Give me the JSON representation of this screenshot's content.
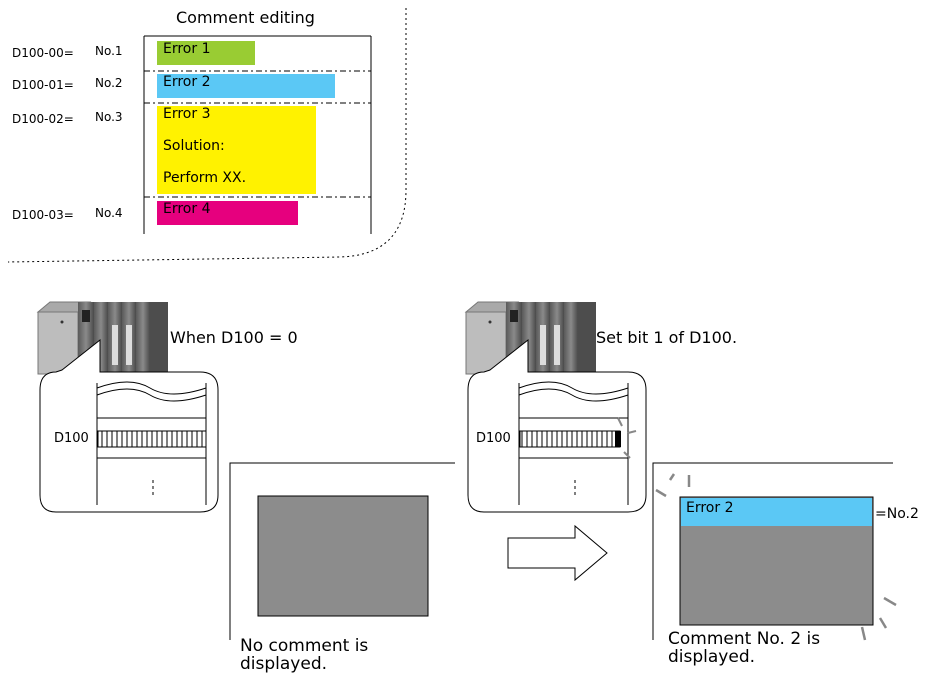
{
  "comment_editing": {
    "title": "Comment editing",
    "rows": [
      {
        "address": "D100-00=",
        "no": "No.1",
        "lines": [
          "Error 1"
        ],
        "color": "#99CC33"
      },
      {
        "address": "D100-01=",
        "no": "No.2",
        "lines": [
          "Error 2"
        ],
        "color": "#5BC8F5"
      },
      {
        "address": "D100-02=",
        "no": "No.3",
        "lines": [
          "Error 3",
          "Solution:",
          "Perform XX."
        ],
        "color": "#FFF200"
      },
      {
        "address": "D100-03=",
        "no": "No.4",
        "lines": [
          "Error 4"
        ],
        "color": "#E6007E"
      }
    ]
  },
  "left_scene": {
    "caption": "When D100 = 0",
    "register_label": "D100",
    "result_lines": [
      "No comment is",
      "displayed."
    ]
  },
  "right_scene": {
    "caption": "Set bit 1 of D100.",
    "register_label": "D100",
    "display_text": "Error 2",
    "display_suffix": "=No.2",
    "result_lines": [
      "Comment No. 2 is",
      "displayed."
    ]
  },
  "colors": {
    "screen_gray": "#8C8C8C",
    "display_blue": "#5BC8F5"
  }
}
